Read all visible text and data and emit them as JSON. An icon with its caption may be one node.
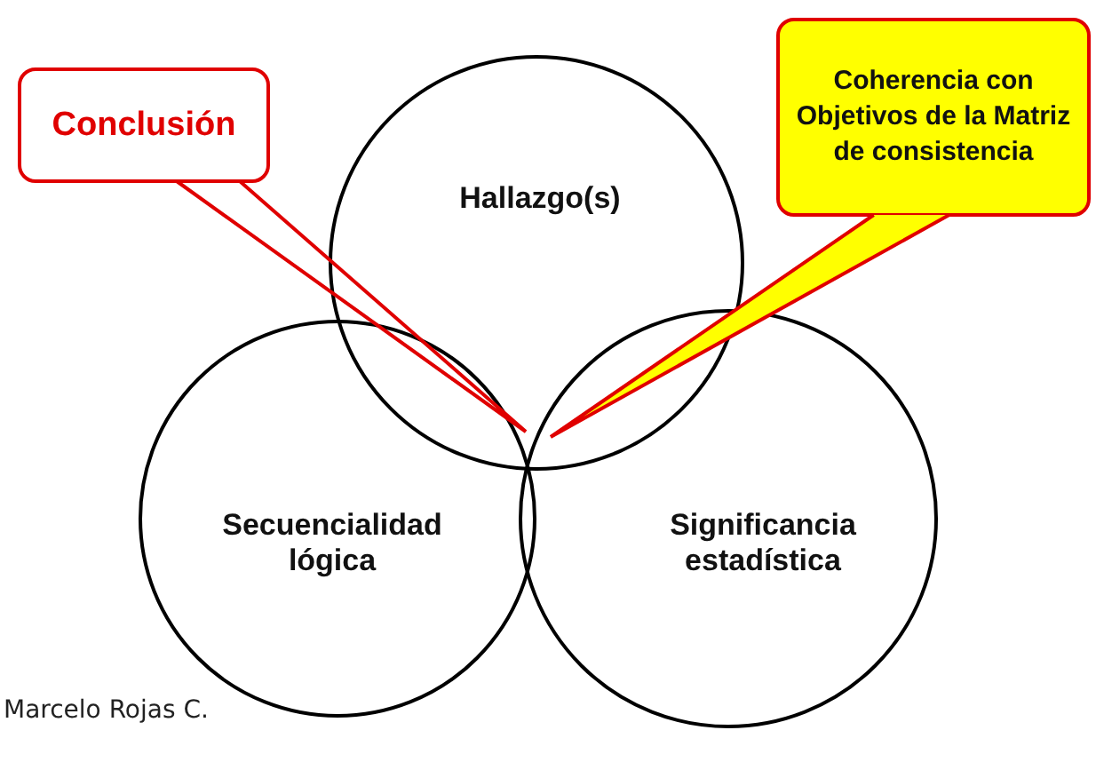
{
  "diagram": {
    "nodes": [
      {
        "text": [
          "Hallazgo(s)"
        ]
      },
      {
        "text": [
          "Secuencialidad lógica"
        ]
      },
      {
        "text": [
          "Significancia estadística"
        ]
      },
      {
        "text": [
          "Conclusión"
        ]
      },
      {
        "text": [
          "Coherencia con Objetivos de la Matriz de consistencia"
        ]
      }
    ],
    "edges": [
      {
        "from": 3,
        "to": null,
        "arrow": "none",
        "color": "#e00000"
      },
      {
        "from": 4,
        "to": null,
        "arrow": "none",
        "color": "#e00000"
      }
    ],
    "labels": [
      "Marcelo Rojas C."
    ]
  }
}
